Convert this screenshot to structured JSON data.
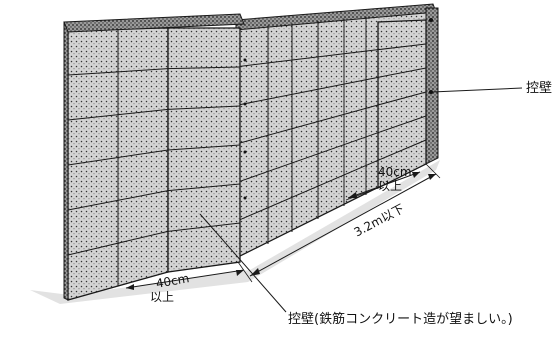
{
  "labels": {
    "buttress_right": "控壁",
    "buttress_bottom": "控壁(鉄筋コンクリート造が望ましい。)",
    "spacing_top_value": "40cm",
    "spacing_top_min": "以上",
    "buttress_interval": "3.2m以下",
    "spacing_bottom_value": "40cm",
    "spacing_bottom_min": "以上"
  },
  "colors": {
    "line": "#1a1a1a",
    "block_fill": "#d4d4d4",
    "cap_fill": "#9a9a9a",
    "ground": "#777777"
  }
}
